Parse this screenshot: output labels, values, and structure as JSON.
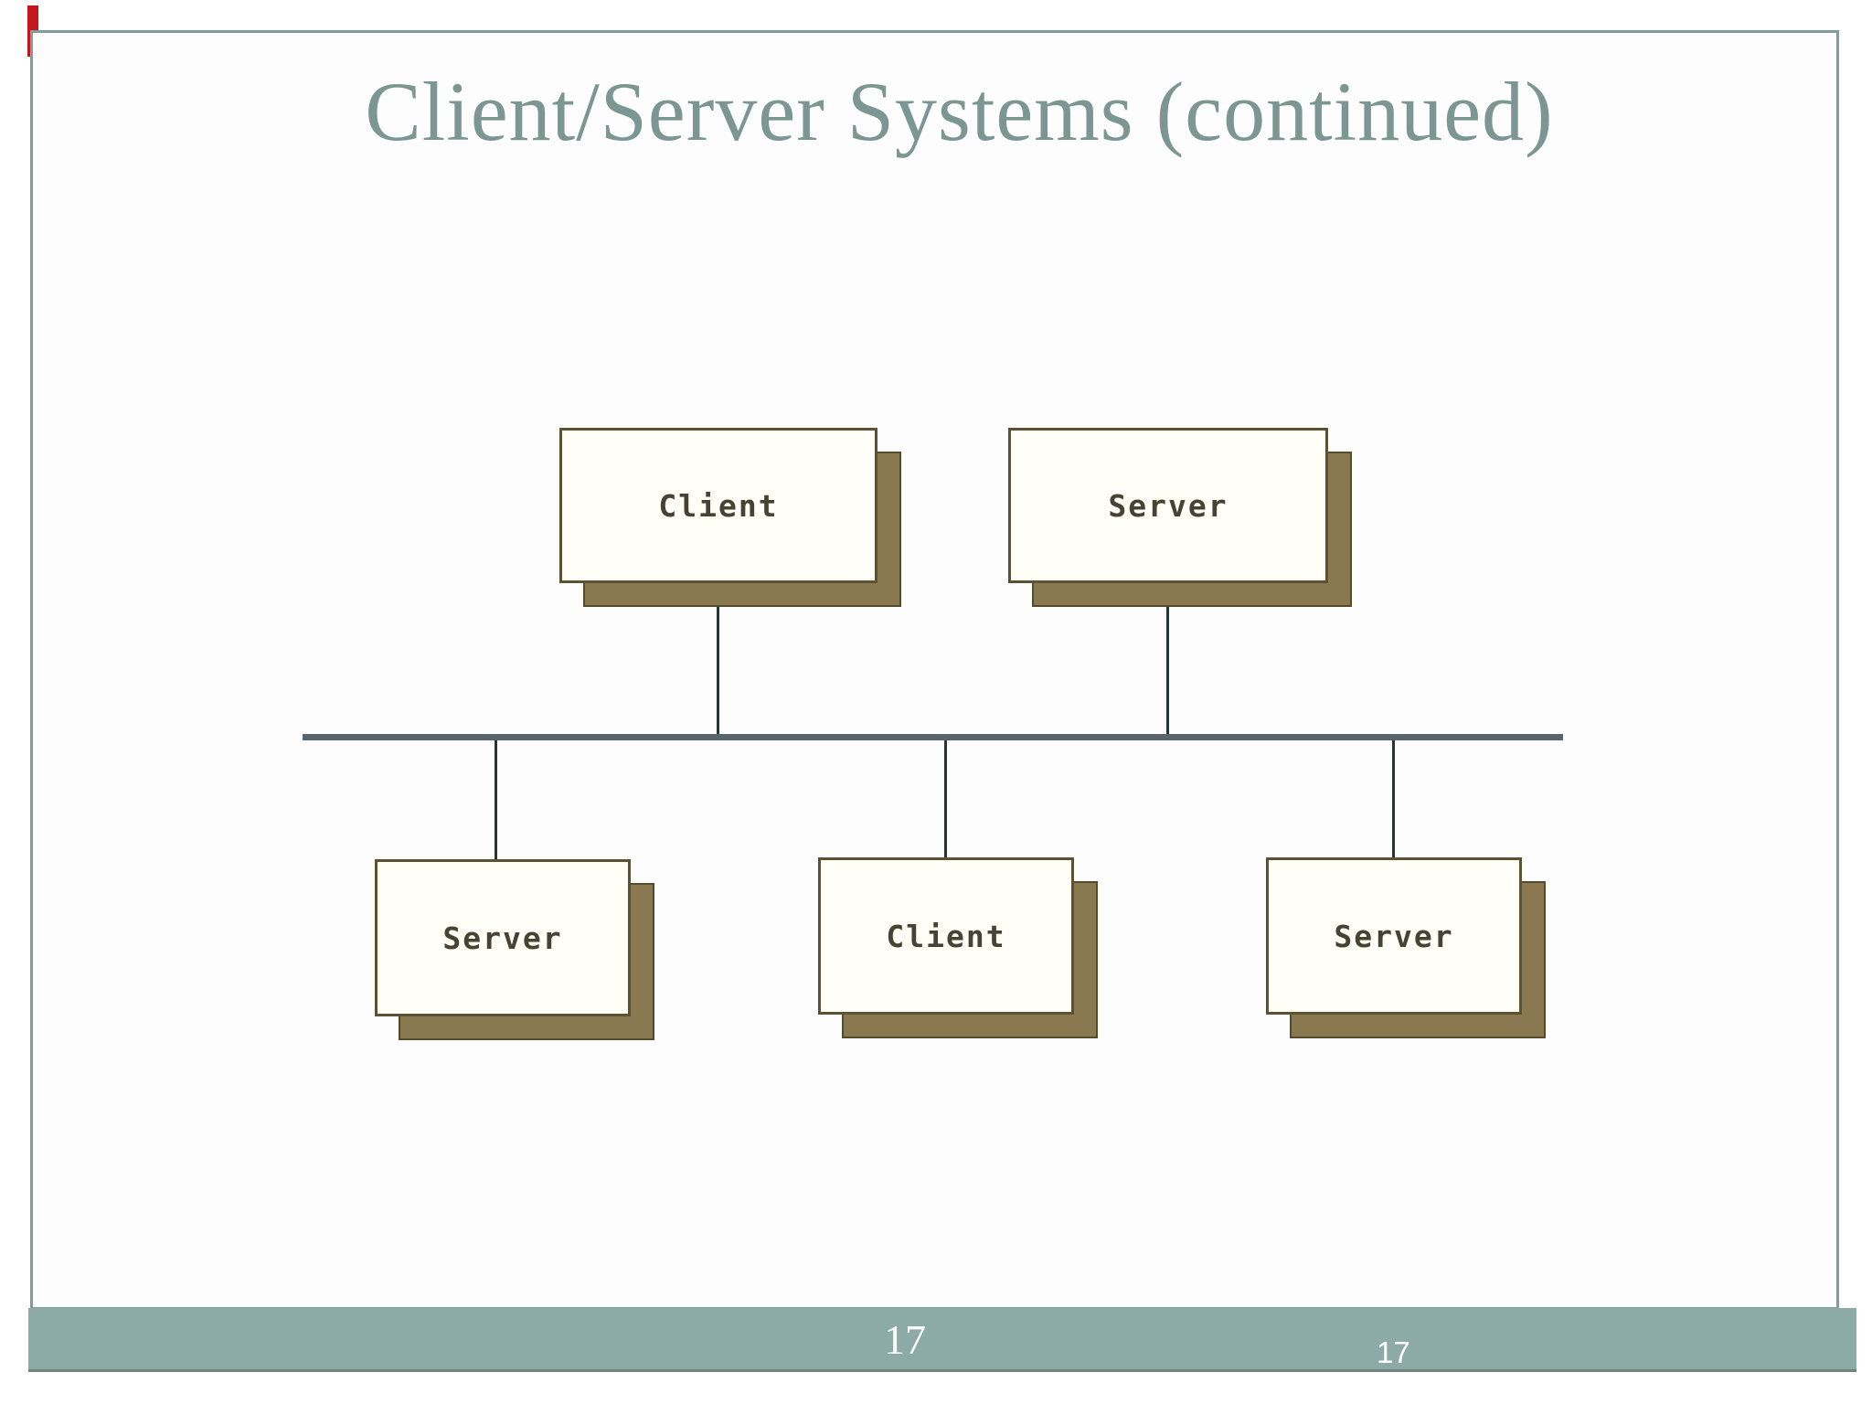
{
  "slide": {
    "title": "Client/Server Systems (continued)",
    "page_number_main": "17",
    "page_number_secondary": "17",
    "colors": {
      "title_text": "#7c9691",
      "slide_border": "#7f9d99",
      "footer_bar": "#8caaa6",
      "footer_bar_edge": "#75827f",
      "footer_text": "#ffffff",
      "node_fill": "#fffef7",
      "node_border": "#5c5130",
      "node_shadow": "#8a7850",
      "node_text": "#474334",
      "bus_line": "#59656a",
      "connector_line": "#203734",
      "red_accent_mark": "#c4171c"
    }
  },
  "diagram": {
    "type": "network-bus",
    "nodes": [
      {
        "id": "top-client",
        "label": "Client",
        "row": "top",
        "connected_to": "bus"
      },
      {
        "id": "top-server",
        "label": "Server",
        "row": "top",
        "connected_to": "bus"
      },
      {
        "id": "bottom-server-1",
        "label": "Server",
        "row": "bottom",
        "connected_to": "bus"
      },
      {
        "id": "bottom-client",
        "label": "Client",
        "row": "bottom",
        "connected_to": "bus"
      },
      {
        "id": "bottom-server-2",
        "label": "Server",
        "row": "bottom",
        "connected_to": "bus"
      }
    ]
  }
}
